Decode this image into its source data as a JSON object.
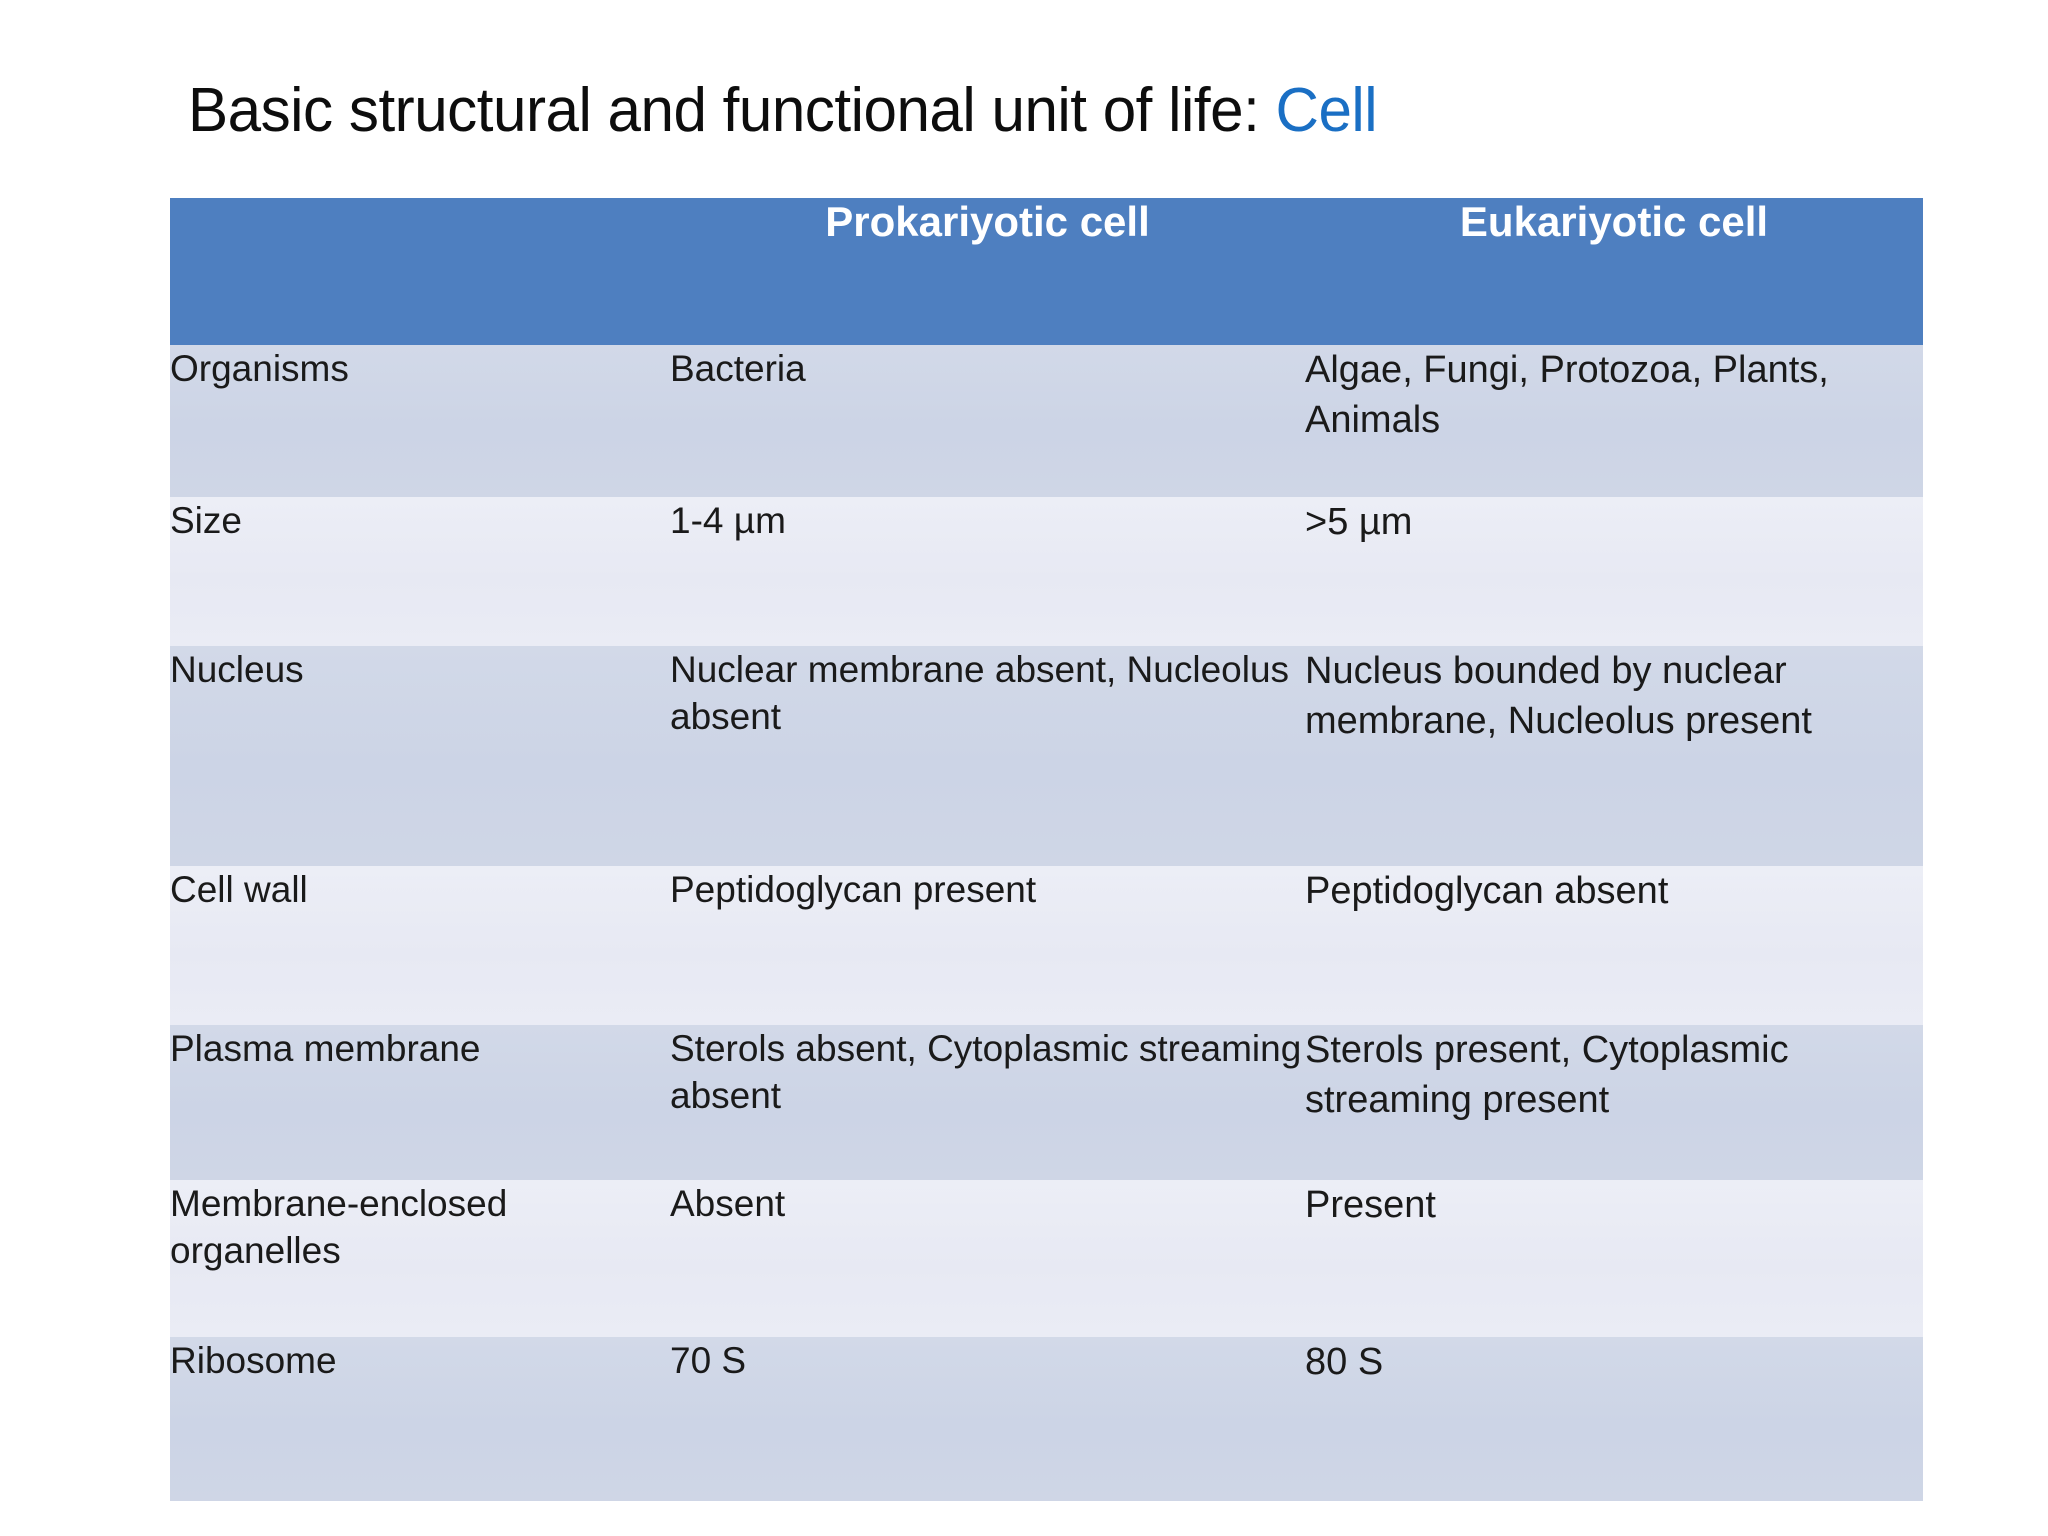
{
  "slide": {
    "title_prefix": "Basic structural and functional unit of life: ",
    "title_accent": "Cell",
    "accent_color": "#1a6fc4",
    "header_bg": "#4e7fc0",
    "row_dark_bg": "#ccd4e6",
    "row_light_bg": "#e7e9f3"
  },
  "table": {
    "headers": [
      "",
      "Prokariyotic cell",
      "Eukariyotic cell"
    ],
    "rows": [
      {
        "feature": "Organisms",
        "prokaryotic": "Bacteria",
        "eukaryotic": "Algae, Fungi, Protozoa, Plants, Animals"
      },
      {
        "feature": "Size",
        "prokaryotic": "1-4 µm",
        "eukaryotic": ">5 µm"
      },
      {
        "feature": "Nucleus",
        "prokaryotic": "Nuclear membrane absent, Nucleolus absent",
        "eukaryotic": "Nucleus bounded by nuclear membrane, Nucleolus present"
      },
      {
        "feature": "Cell wall",
        "prokaryotic": "Peptidoglycan present",
        "eukaryotic": "Peptidoglycan absent"
      },
      {
        "feature": "Plasma membrane",
        "prokaryotic": "Sterols absent, Cytoplasmic streaming absent",
        "eukaryotic": "Sterols present, Cytoplasmic streaming present"
      },
      {
        "feature": "Membrane-enclosed organelles",
        "prokaryotic": "Absent",
        "eukaryotic": "Present"
      },
      {
        "feature": "Ribosome",
        "prokaryotic": "70 S",
        "eukaryotic": "80 S"
      }
    ]
  }
}
